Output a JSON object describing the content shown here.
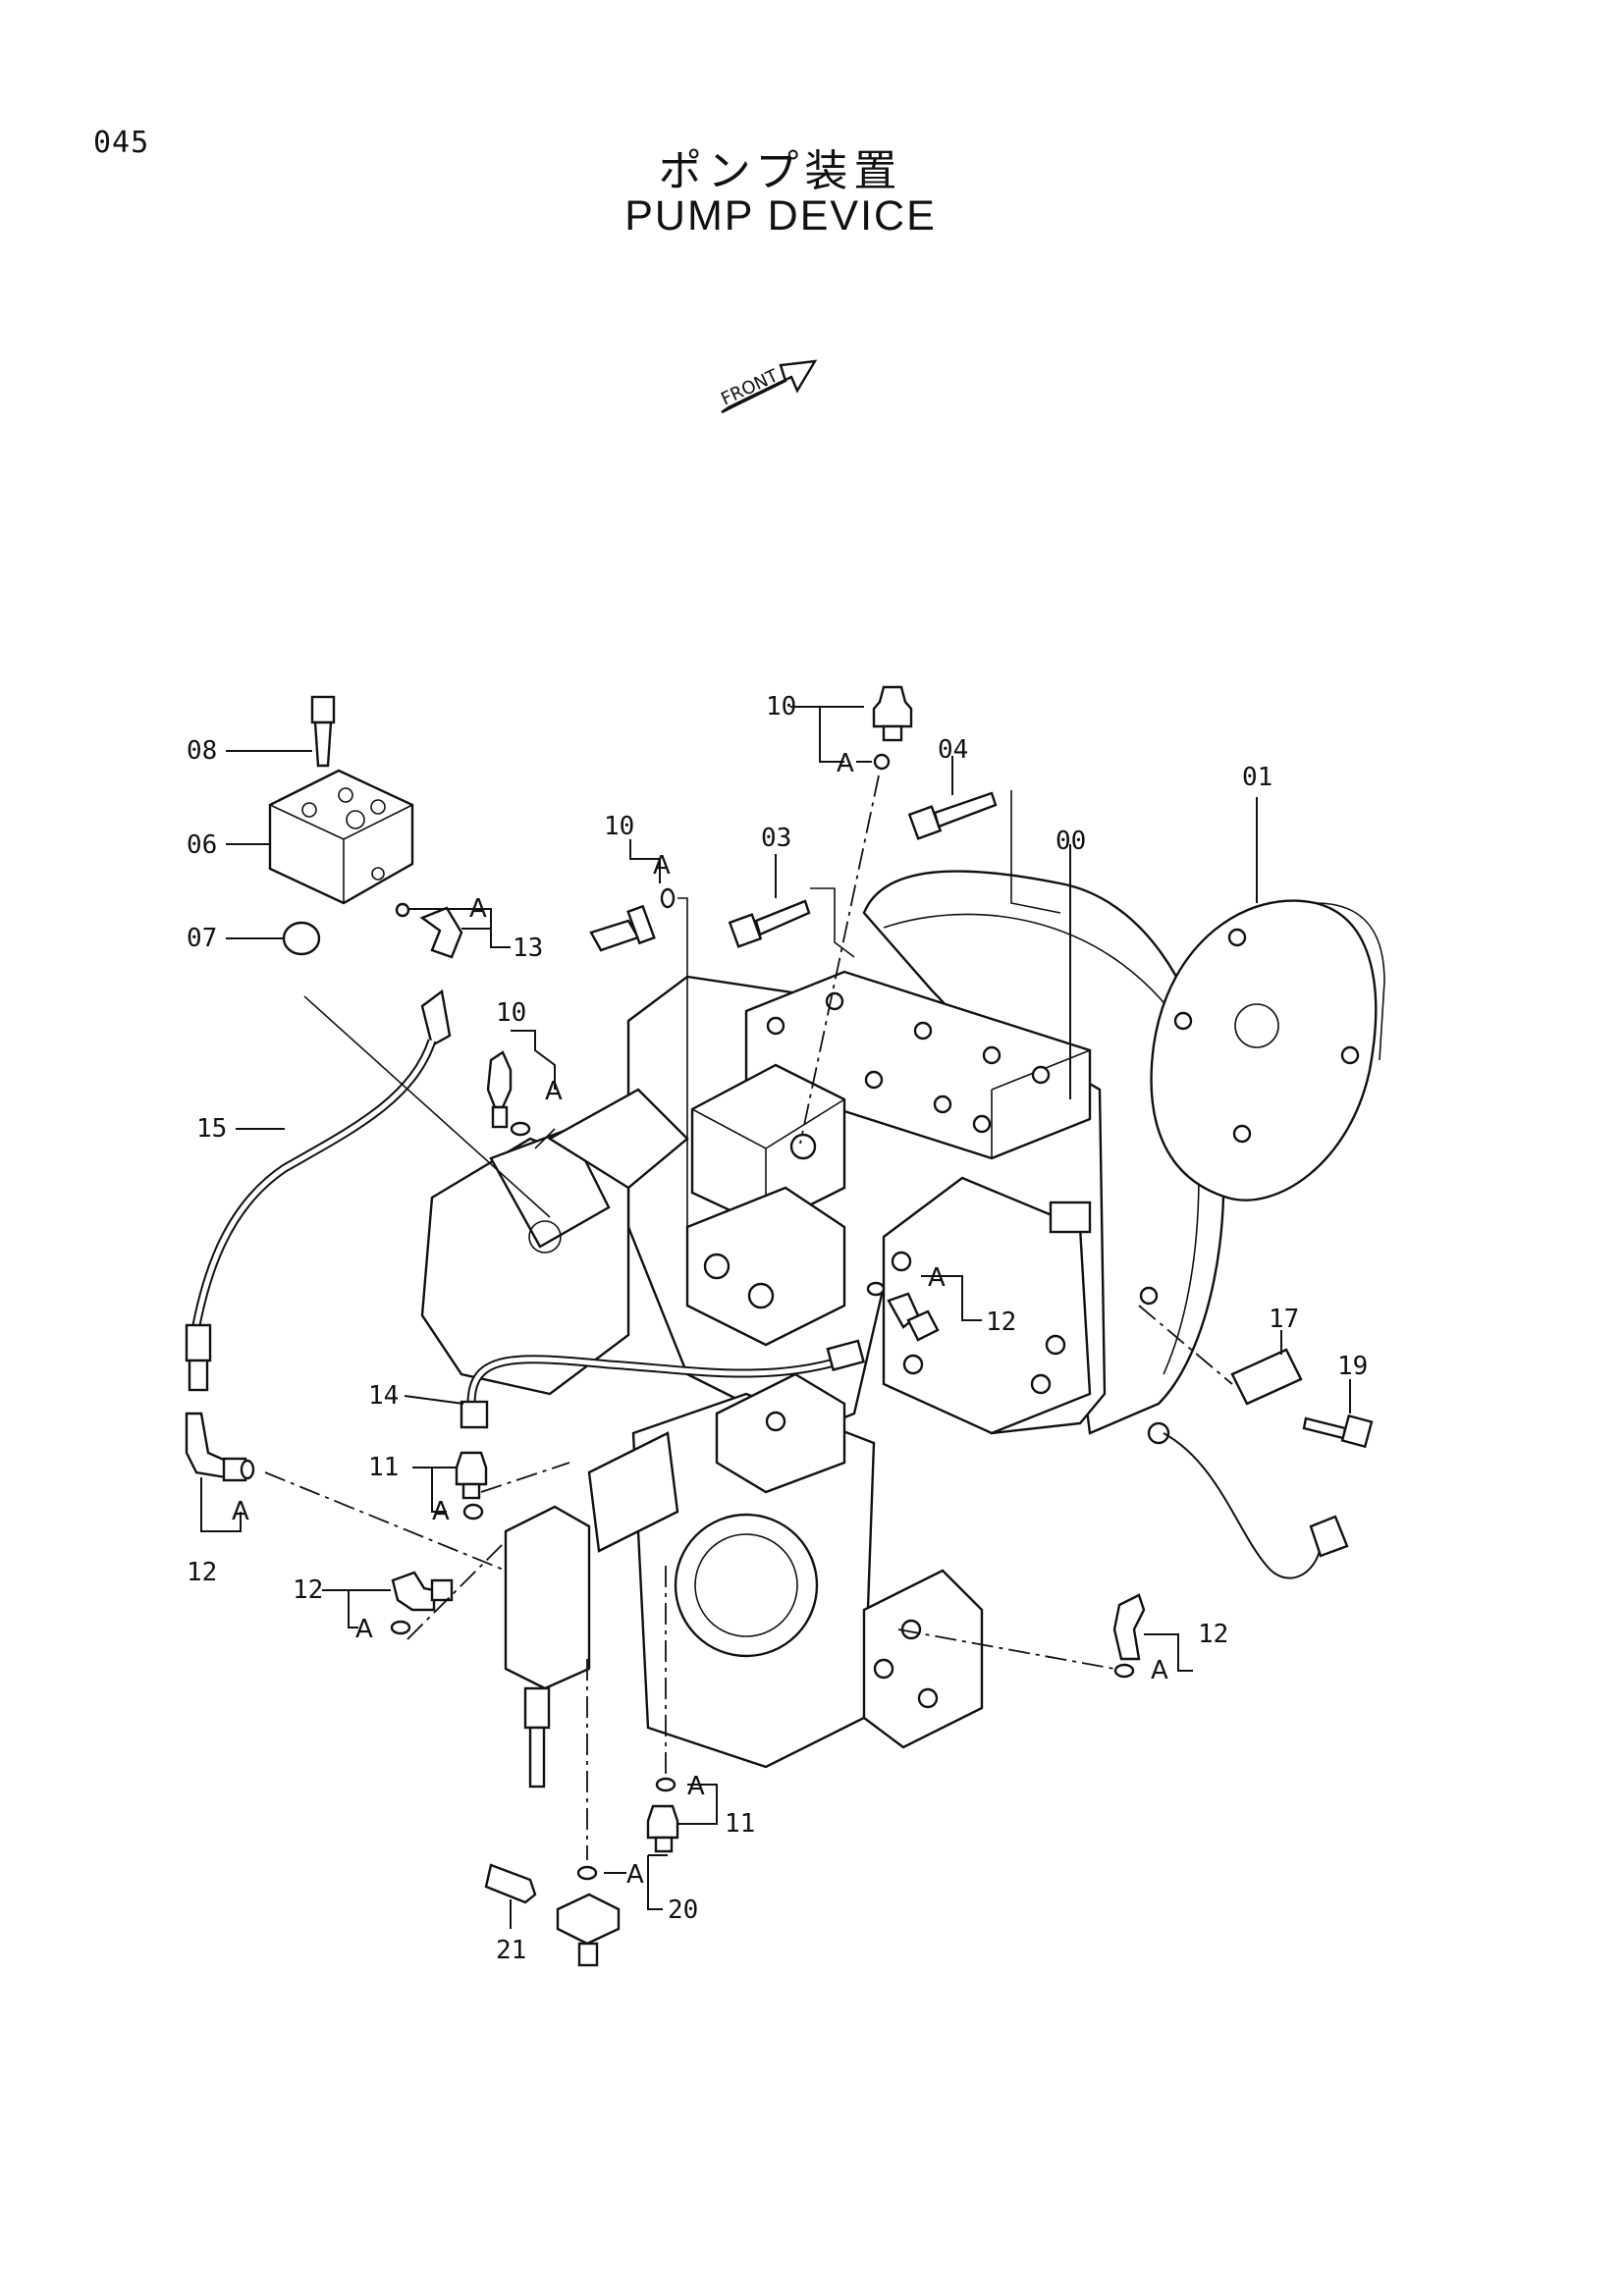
{
  "page_code": "045",
  "title_jp": "ポンプ装置",
  "title_en": "PUMP  DEVICE",
  "front_label": "FRONT",
  "callout_letter": "A",
  "callouts": {
    "c00": "00",
    "c01": "01",
    "c03": "03",
    "c04": "04",
    "c06": "06",
    "c07": "07",
    "c08": "08",
    "c10a": "10",
    "c10b": "10",
    "c10c": "10",
    "c11a": "11",
    "c11b": "11",
    "c12a": "12",
    "c12b": "12",
    "c12c": "12",
    "c12d": "12",
    "c13": "13",
    "c14": "14",
    "c15": "15",
    "c17": "17",
    "c19": "19",
    "c20": "20",
    "c21": "21"
  }
}
